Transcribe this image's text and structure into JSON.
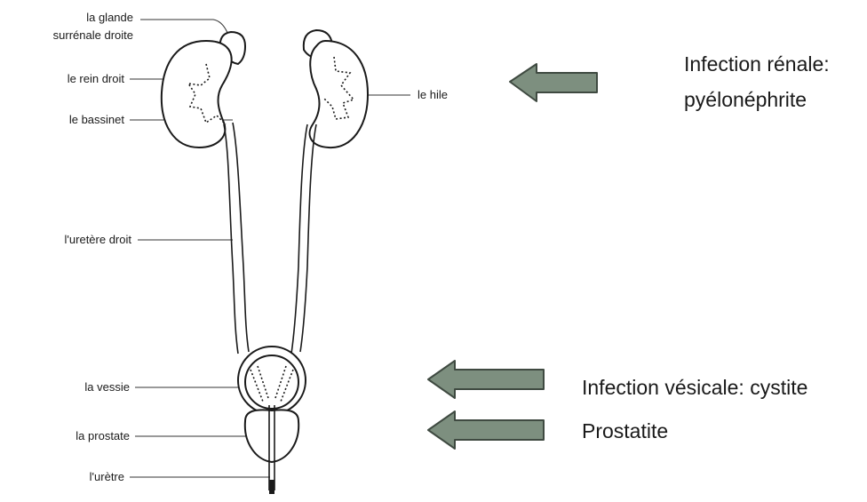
{
  "anatomy_labels": {
    "adrenal_gland_line1": "la glande",
    "adrenal_gland_line2": "surrénale droite",
    "right_kidney": "le rein droit",
    "renal_pelvis": "le bassinet",
    "right_ureter": "l'uretère droit",
    "hilum": "le hile",
    "bladder": "la vessie",
    "prostate": "la prostate",
    "urethra": "l'urètre"
  },
  "infections": {
    "kidney_line1": "Infection rénale:",
    "kidney_line2": "pyélonéphrite",
    "bladder": "Infection vésicale: cystite",
    "prostate": "Prostatite"
  },
  "colors": {
    "arrow_fill": "#7d8f7f",
    "arrow_stroke": "#3f4a41",
    "line": "#1a1a1a"
  }
}
